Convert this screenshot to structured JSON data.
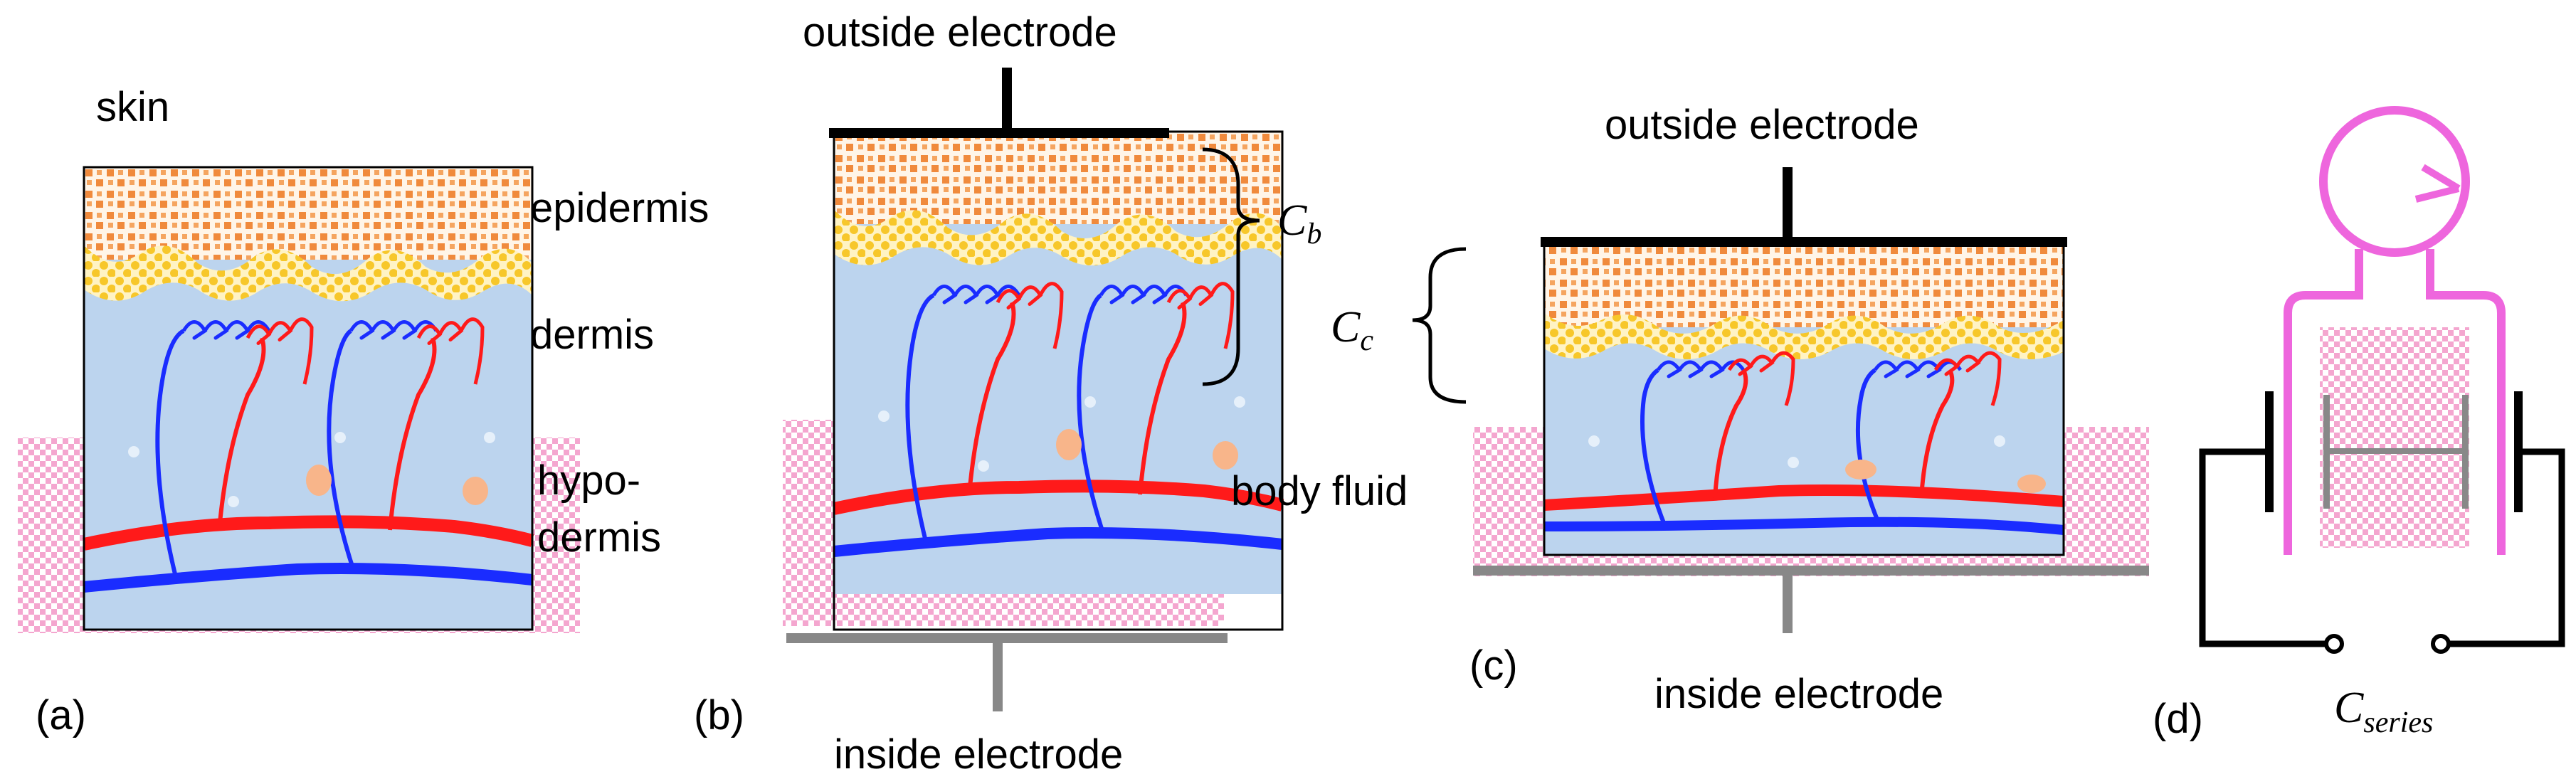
{
  "panel_a": {
    "title": "skin",
    "epidermis": "epidermis",
    "dermis": "dermis",
    "hypo1": "hypo-",
    "hypo2": "dermis",
    "tag": "(a)"
  },
  "panel_b": {
    "outside": "outside electrode",
    "inside": "inside electrode",
    "cap_main": "C",
    "cap_sub": "b",
    "body_fluid": "body fluid",
    "tag": "(b)"
  },
  "panel_c": {
    "outside": "outside electrode",
    "inside": "inside electrode",
    "cap_main": "C",
    "cap_sub": "c",
    "tag": "(c)"
  },
  "panel_d": {
    "cap_main": "C",
    "cap_sub": "series",
    "tag": "(d)"
  },
  "colors": {
    "epidermis": "#f08a3c",
    "stratum": "#f7c72a",
    "dermis": "#bcd4ee",
    "hypodermis": "#f4a6cf",
    "artery": "#ff1a1a",
    "vein": "#1a2cff",
    "outside_electrode": "#000000",
    "inside_electrode": "#888888",
    "figure": "#ee66dd"
  }
}
